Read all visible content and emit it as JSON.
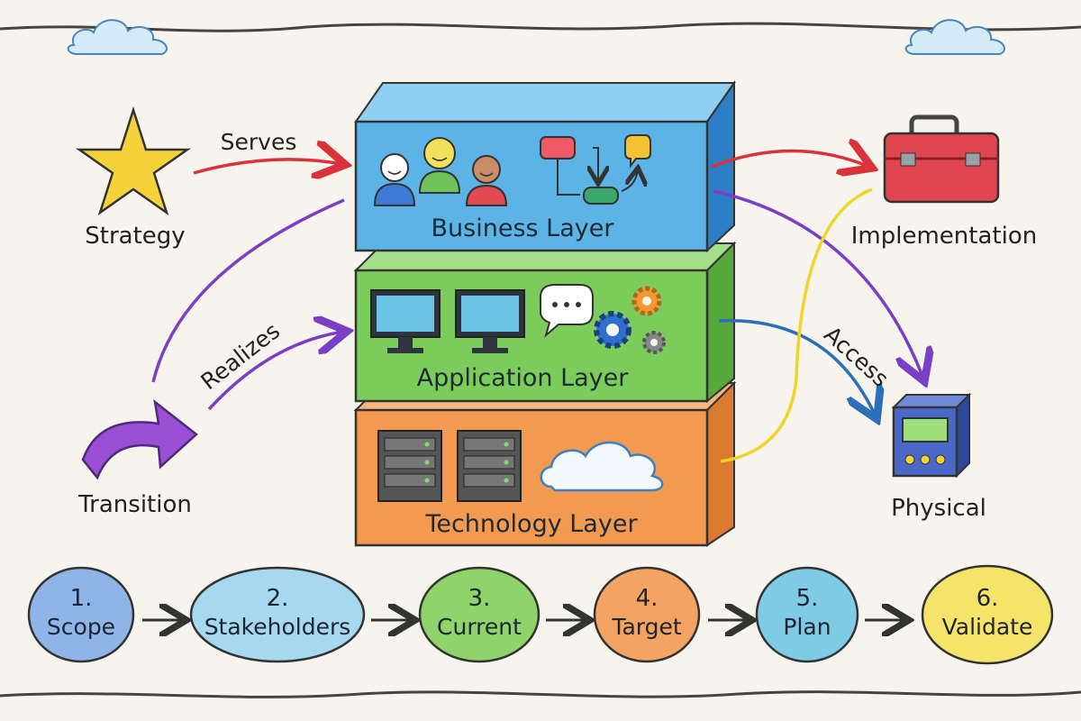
{
  "layers": {
    "business": {
      "title": "Business Layer",
      "color": "#5cb4e6"
    },
    "application": {
      "title": "Application Layer",
      "color": "#7ccc5c"
    },
    "technology": {
      "title": "Technology Layer",
      "color": "#f29a50"
    }
  },
  "side_nodes": {
    "strategy": {
      "label": "Strategy",
      "icon": "star-icon"
    },
    "transition": {
      "label": "Transition",
      "icon": "curved-arrow-icon"
    },
    "implementation": {
      "label": "Implementation",
      "icon": "toolbox-icon"
    },
    "physical": {
      "label": "Physical",
      "icon": "device-icon"
    }
  },
  "edge_labels": {
    "serves": "Serves",
    "realizes": "Realizes",
    "access": "Access"
  },
  "steps": [
    {
      "number": "1.",
      "name": "Scope",
      "color": "#8fb4e8"
    },
    {
      "number": "2.",
      "name": "Stakeholders",
      "color": "#a6d8ef"
    },
    {
      "number": "3.",
      "name": "Current",
      "color": "#8fd46a"
    },
    {
      "number": "4.",
      "name": "Target",
      "color": "#f4a462"
    },
    {
      "number": "5.",
      "name": "Plan",
      "color": "#7fcbe6"
    },
    {
      "number": "6.",
      "name": "Validate",
      "color": "#f6e36a"
    }
  ]
}
